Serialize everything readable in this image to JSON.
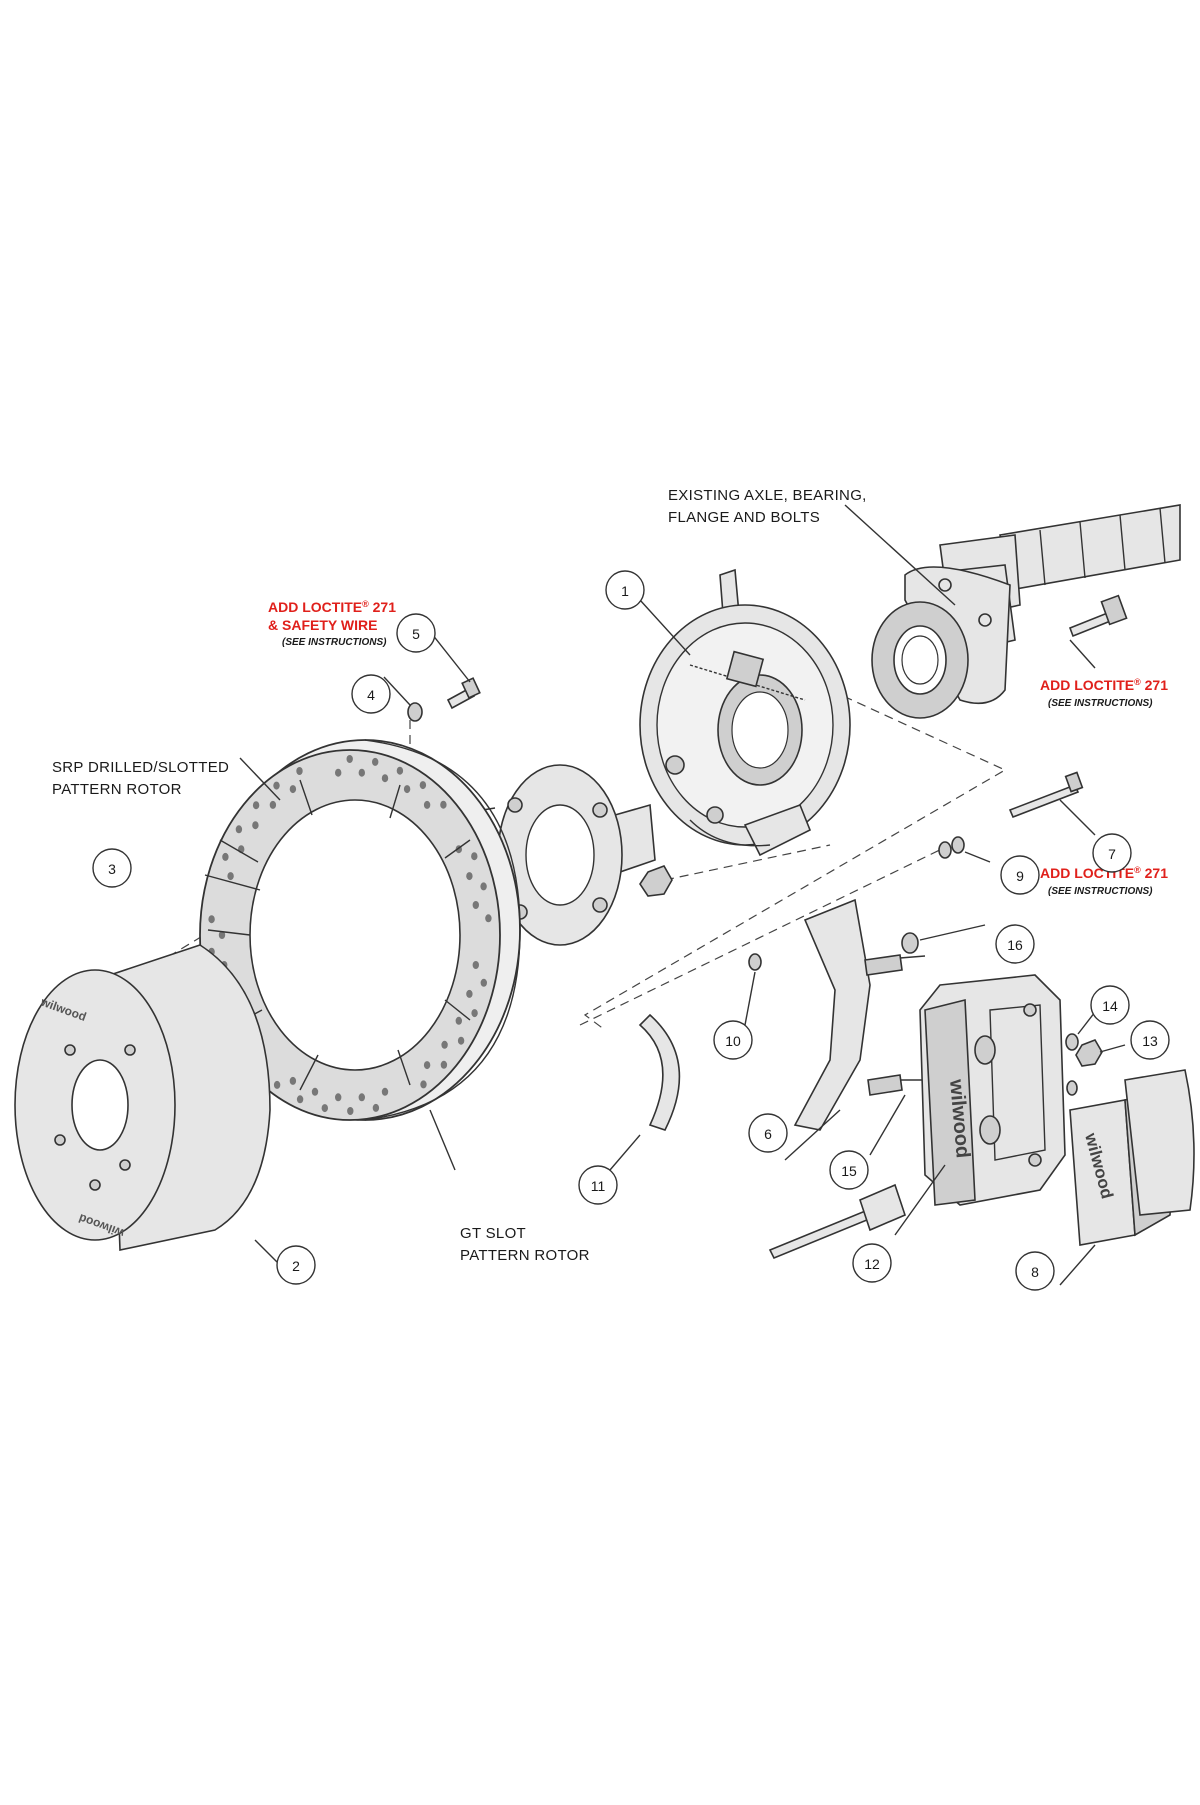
{
  "callouts": {
    "axle_line1": "EXISTING AXLE, BEARING,",
    "axle_line2": "FLANGE AND BOLTS",
    "loctite_wire_line1": "ADD LOCTITE",
    "loctite_wire_reg": "®",
    "loctite_wire_num": " 271",
    "loctite_wire_line2": "& SAFETY WIRE",
    "see_instructions": "(SEE INSTRUCTIONS)",
    "loctite_label": "ADD LOCTITE",
    "loctite_reg": "®",
    "loctite_num": " 271",
    "srp_line1": "SRP DRILLED/SLOTTED",
    "srp_line2": "PATTERN ROTOR",
    "gt_line1": "GT SLOT",
    "gt_line2": "PATTERN ROTOR"
  },
  "part_numbers": [
    "1",
    "2",
    "3",
    "4",
    "5",
    "6",
    "7",
    "8",
    "9",
    "10",
    "11",
    "12",
    "13",
    "14",
    "15",
    "16"
  ],
  "brand_text": "wilwood",
  "colors": {
    "loctite_red": "#e0201b",
    "line": "#333333",
    "part_fill": "#e6e6e6"
  }
}
